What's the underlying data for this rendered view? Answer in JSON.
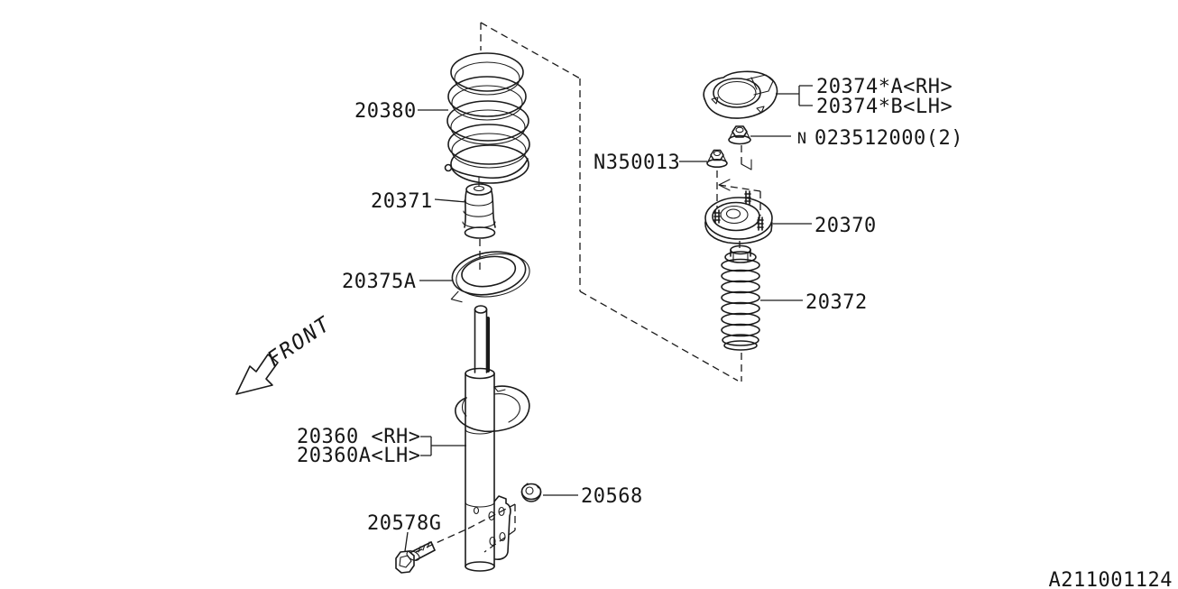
{
  "page": {
    "background": "#ffffff",
    "line_color": "#1b1b1b"
  },
  "diagram": {
    "doc_code": "A211001124",
    "front_indicator": "FRONT",
    "callouts": {
      "coil_spring": "20380",
      "helper_rubber": "20371",
      "spring_seat_rubber": "20375A",
      "strut_rh": "20360 <RH>",
      "strut_lh": "20360A<LH>",
      "self_locking_nut": "20568",
      "flange_bolt": "20578G",
      "small_nut": "N350013",
      "mount_cap_rh": "20374*A<RH>",
      "mount_cap_lh": "20374*B<LH>",
      "nut_badge_letter": "N",
      "flange_nut_number": "023512000(2)",
      "strut_mount": "20370",
      "dust_cover": "20372"
    }
  }
}
